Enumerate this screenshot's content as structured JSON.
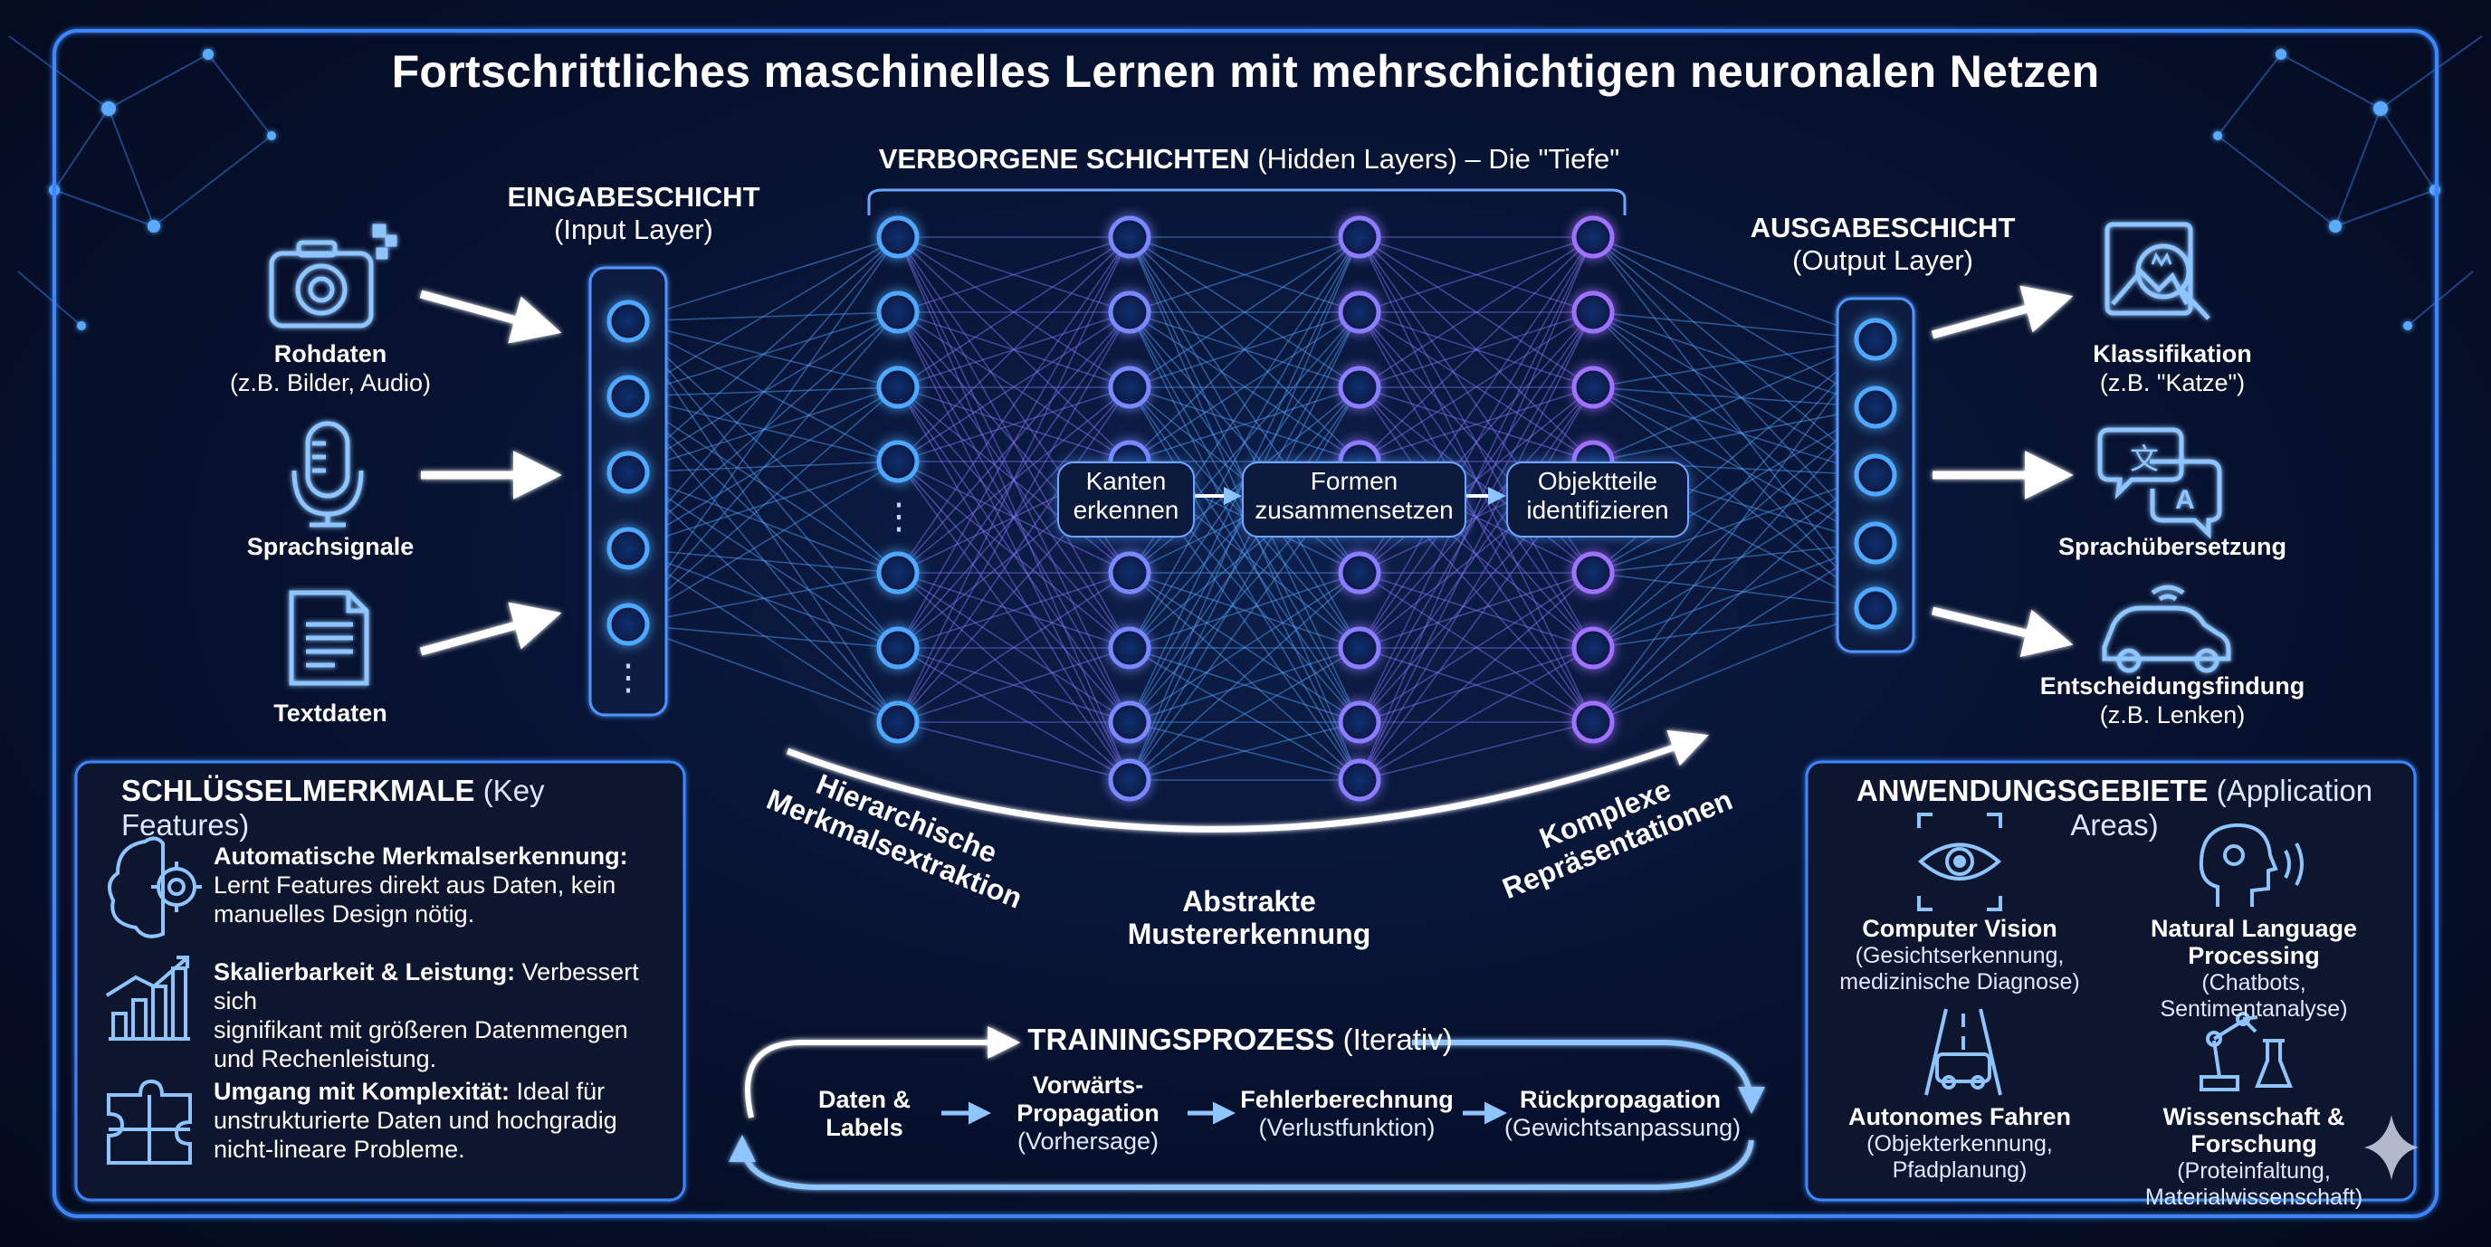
{
  "title": "Fortschrittliches maschinelles Lernen mit mehrschichtigen neuronalen Netzen",
  "input_layer": {
    "title": "EINGABESCHICHT",
    "subtitle": "(Input Layer)"
  },
  "hidden_layers": {
    "title": "VERBORGENE SCHICHTEN",
    "subtitle": "(Hidden Layers) – Die \"Tiefe\""
  },
  "output_layer": {
    "title": "AUSGABESCHICHT",
    "subtitle": "(Output Layer)"
  },
  "inputs": [
    {
      "icon": "camera-icon",
      "label": "Rohdaten",
      "sub": "(z.B. Bilder, Audio)"
    },
    {
      "icon": "microphone-icon",
      "label": "Sprachsignale",
      "sub": ""
    },
    {
      "icon": "document-icon",
      "label": "Textdaten",
      "sub": ""
    }
  ],
  "outputs": [
    {
      "icon": "image-search-icon",
      "label": "Klassifikation",
      "sub": "(z.B. \"Katze\")"
    },
    {
      "icon": "translate-icon",
      "label": "Sprachübersetzung",
      "sub": ""
    },
    {
      "icon": "car-icon",
      "label": "Entscheidungsfindung",
      "sub": "(z.B. Lenken)"
    }
  ],
  "hidden_steps": [
    {
      "l1": "Kanten",
      "l2": "erkennen"
    },
    {
      "l1": "Formen",
      "l2": "zusammensetzen"
    },
    {
      "l1": "Objektteile",
      "l2": "identifizieren"
    }
  ],
  "flow_labels": {
    "left_l1": "Hierarchische",
    "left_l2": "Merkmalsextraktion",
    "middle_l1": "Abstrakte",
    "middle_l2": "Mustererkennung",
    "right_l1": "Komplexe",
    "right_l2": "Repräsentationen"
  },
  "ellipsis": "⋮",
  "key_features": {
    "title": "SCHLÜSSELMERKMALE",
    "subtitle": "(Key Features)",
    "items": [
      {
        "icon": "brain-gear-icon",
        "bold": "Automatische Merkmalserkennung:",
        "line1": "Lernt Features direkt aus Daten, kein",
        "line2": "manuelles Design nötig.",
        "rest1": ""
      },
      {
        "icon": "growth-chart-icon",
        "bold": "Skalierbarkeit & Leistung:",
        "rest1": "Verbessert sich",
        "line1": "signifikant mit größeren Datenmengen",
        "line2": "und Rechenleistung."
      },
      {
        "icon": "puzzle-icon",
        "bold": "Umgang mit Komplexität:",
        "rest1": "Ideal für",
        "line1": "unstrukturierte Daten und hochgradig",
        "line2": "nicht-lineare Probleme."
      }
    ]
  },
  "training": {
    "title": "TRAININGSPROZESS",
    "subtitle": "(Iterativ)",
    "steps": [
      {
        "l1": "Daten &",
        "l2": "Labels",
        "sub": ""
      },
      {
        "l1": "Vorwärts-",
        "l2": "Propagation",
        "sub": "(Vorhersage)"
      },
      {
        "l1": "Fehlerberechnung",
        "l2": "",
        "sub": "(Verlustfunktion)"
      },
      {
        "l1": "Rückpropagation",
        "l2": "",
        "sub": "(Gewichtsanpassung)"
      }
    ]
  },
  "applications": {
    "title": "ANWENDUNGSGEBIETE",
    "subtitle": "(Application Areas)",
    "items": [
      {
        "icon": "eye-scan-icon",
        "name": "Computer Vision",
        "l1": "(Gesichtserkennung,",
        "l2": "medizinische Diagnose)"
      },
      {
        "icon": "head-speech-icon",
        "name": "Natural Language Processing",
        "l1": "(Chatbots,",
        "l2": "Sentimentanalyse)"
      },
      {
        "icon": "road-car-icon",
        "name": "Autonomes Fahren",
        "l1": "(Objekterkennung,",
        "l2": "Pfadplanung)"
      },
      {
        "icon": "robot-arm-flask-icon",
        "name": "Wissenschaft & Forschung",
        "l1": "(Proteinfaltung,",
        "l2": "Materialwissenschaft)"
      }
    ]
  },
  "colors": {
    "accent": "#3f8cff",
    "neon_blue": "#4fa8ff",
    "neon_purple": "#9b6bff",
    "background": "#061234"
  }
}
